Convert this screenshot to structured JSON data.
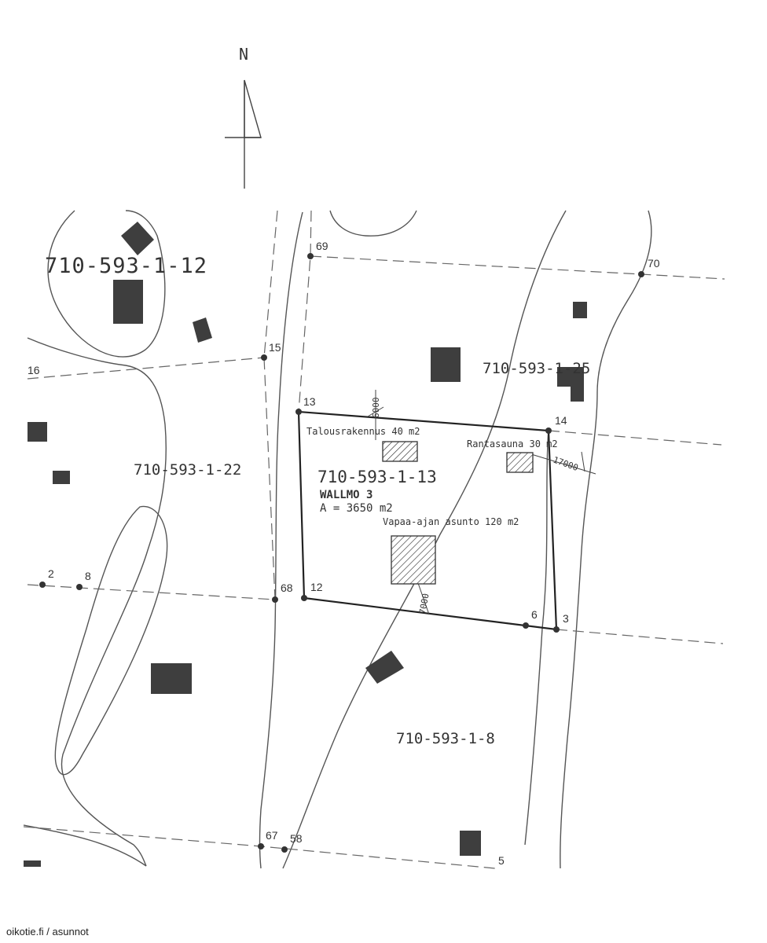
{
  "compass": {
    "label": "N"
  },
  "parcels": {
    "p12": "710-593-1-12",
    "p25": "710-593-1-25",
    "p22": "710-593-1-22",
    "p13": "710-593-1-13",
    "p8": "710-593-1-8"
  },
  "main_parcel": {
    "name": "WALLMO 3",
    "area": "A = 3650 m2"
  },
  "buildings": {
    "talous": "Talousrakennus 40 m2",
    "sauna": "Rantasauna 30 m2",
    "vapaa": "Vapaa-ajan asunto 120 m2"
  },
  "dimensions": {
    "d6000": "6000",
    "d17000": "17000",
    "d7000": "7000"
  },
  "points": {
    "p69": "69",
    "p70": "70",
    "p15": "15",
    "p16": "16",
    "p13": "13",
    "p14": "14",
    "p2": "2",
    "p8": "8",
    "p68": "68",
    "p12": "12",
    "p6": "6",
    "p3": "3",
    "p67": "67",
    "p58": "58",
    "p5": "5"
  },
  "watermark": "oikotie.fi / asunnot"
}
